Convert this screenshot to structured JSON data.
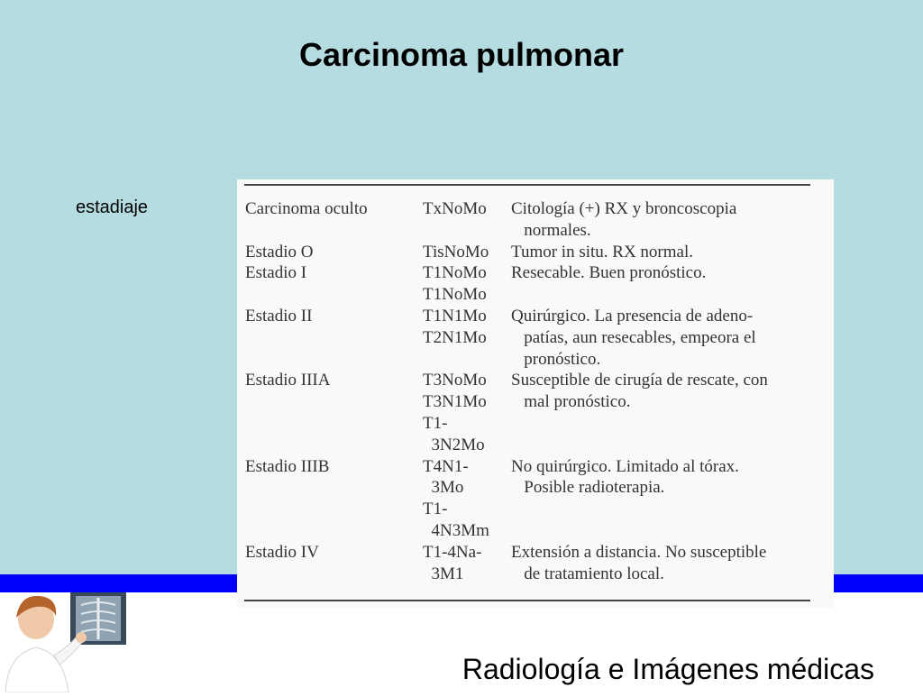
{
  "title": "Carcinoma pulmonar",
  "side_label": "estadiaje",
  "footer": "Radiología e Imágenes médicas",
  "colors": {
    "background": "#b5dde1",
    "bar": "#0000ff"
  },
  "staging_table": [
    {
      "stage": "Carcinoma oculto",
      "tnm": [
        "TxNoMo"
      ],
      "description": [
        "Citología (+) RX y broncoscopia",
        "   normales."
      ]
    },
    {
      "stage": "Estadio O",
      "tnm": [
        "TisNoMo"
      ],
      "description": [
        "Tumor in situ. RX normal."
      ]
    },
    {
      "stage": "Estadio I",
      "tnm": [
        "T1NoMo",
        "T1NoMo"
      ],
      "description": [
        "Resecable. Buen pronóstico."
      ]
    },
    {
      "stage": "Estadio II",
      "tnm": [
        "T1N1Mo",
        "T2N1Mo"
      ],
      "description": [
        "Quirúrgico. La presencia de adeno-",
        "   patías, aun resecables, empeora el",
        "   pronóstico."
      ]
    },
    {
      "stage": "Estadio IIIA",
      "tnm": [
        "T3NoMo",
        "T3N1Mo",
        "T1-",
        "  3N2Mo"
      ],
      "description": [
        "Susceptible de cirugía de rescate, con",
        "   mal pronóstico."
      ]
    },
    {
      "stage": "Estadio IIIB",
      "tnm": [
        "T4N1-",
        "  3Mo",
        "T1-",
        "  4N3Mm"
      ],
      "description": [
        "No quirúrgico. Limitado al tórax.",
        "   Posible radioterapia."
      ]
    },
    {
      "stage": "Estadio IV",
      "tnm": [
        "T1-4Na-",
        "  3M1"
      ],
      "description": [
        "Extensión a distancia. No susceptible",
        "   de tratamiento local."
      ]
    }
  ]
}
